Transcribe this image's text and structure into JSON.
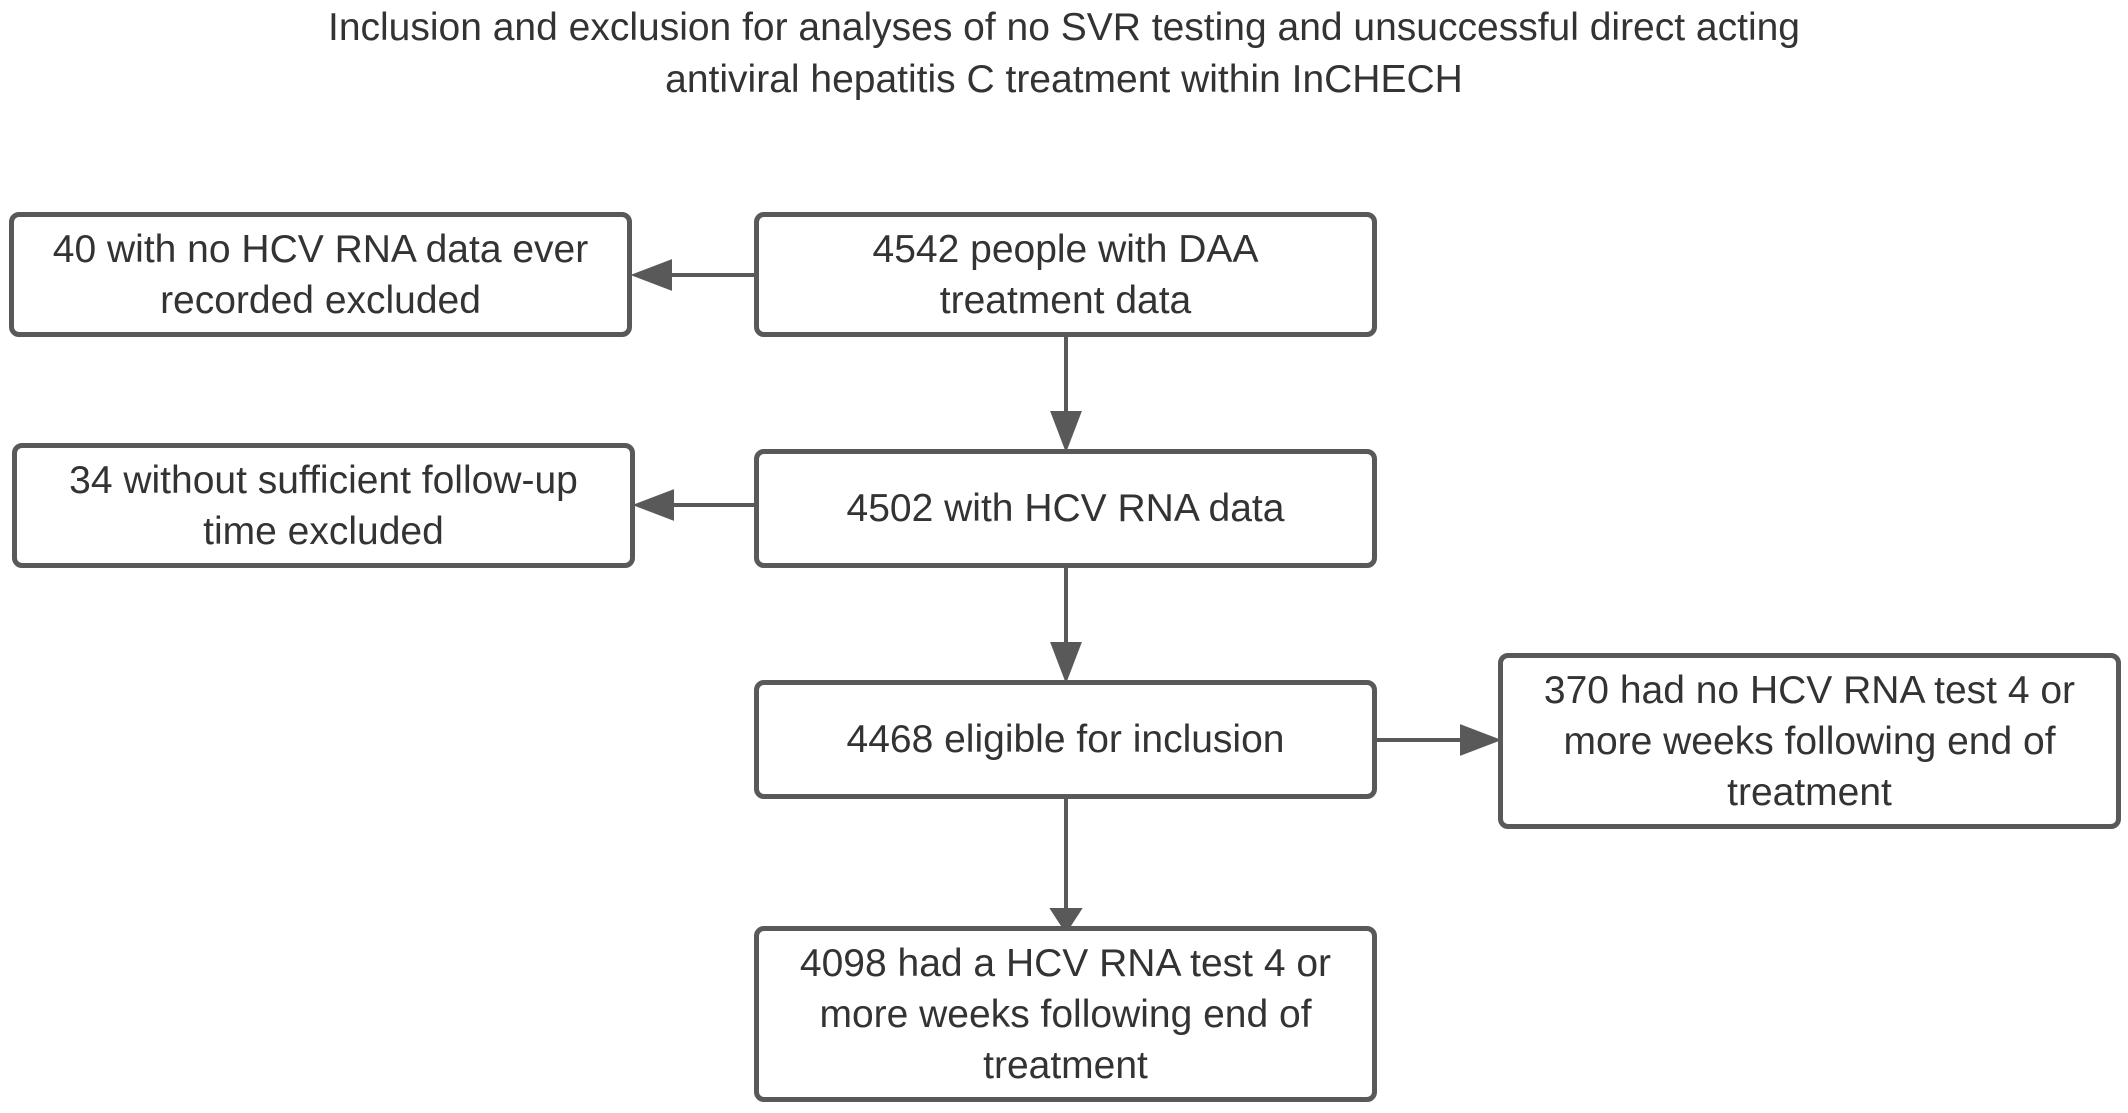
{
  "title": {
    "line1": "Inclusion and exclusion for analyses of no SVR testing and unsuccessful direct acting",
    "line2": "antiviral hepatitis C treatment within InCHECH"
  },
  "boxes": {
    "treated": {
      "lines": [
        "4542 people with DAA",
        "treatment data"
      ]
    },
    "excluded_no_rna": {
      "lines": [
        "40 with no HCV RNA data ever",
        "recorded excluded"
      ]
    },
    "rna_data": {
      "lines": [
        "4502 with HCV RNA data"
      ]
    },
    "excluded_follow_up": {
      "lines": [
        "34 without sufficient follow-up",
        "time excluded"
      ]
    },
    "eligible": {
      "lines": [
        "4468 eligible for inclusion"
      ]
    },
    "no_test": {
      "lines": [
        "370 had no HCV RNA test 4 or",
        "more weeks following end of",
        "treatment"
      ]
    },
    "had_test": {
      "lines": [
        "4098 had a HCV RNA test 4 or",
        "more weeks following end of",
        "treatment"
      ]
    }
  },
  "colors": {
    "border": "#595959",
    "arrow": "#595959",
    "text": "#333333"
  }
}
